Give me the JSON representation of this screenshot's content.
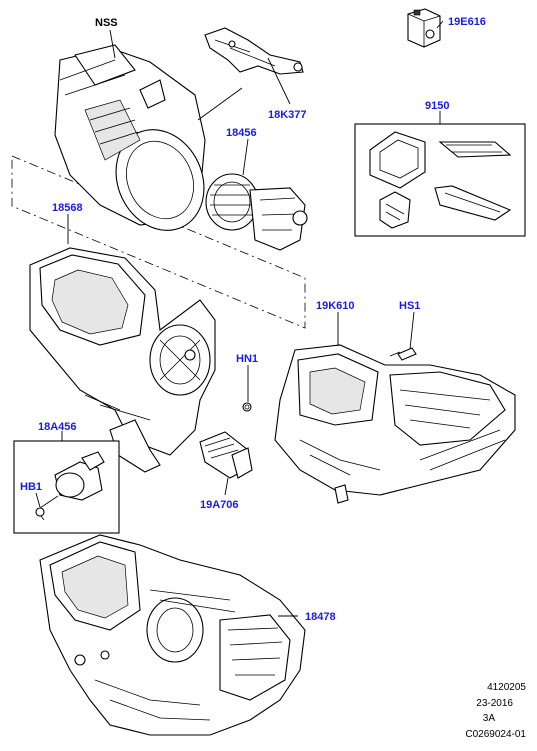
{
  "callouts": {
    "nss": "NSS",
    "p19e616": "19E616",
    "p18k377": "18K377",
    "p18456": "18456",
    "p9150": "9150",
    "p18568": "18568",
    "p19k610": "19K610",
    "hs1": "HS1",
    "hn1": "HN1",
    "p18a456": "18A456",
    "hb1": "HB1",
    "p19a706": "19A706",
    "p18478": "18478"
  },
  "footer": {
    "line1": "4120205",
    "line2": "23-2016",
    "line3": "3A",
    "line4": "C0269024-01"
  }
}
